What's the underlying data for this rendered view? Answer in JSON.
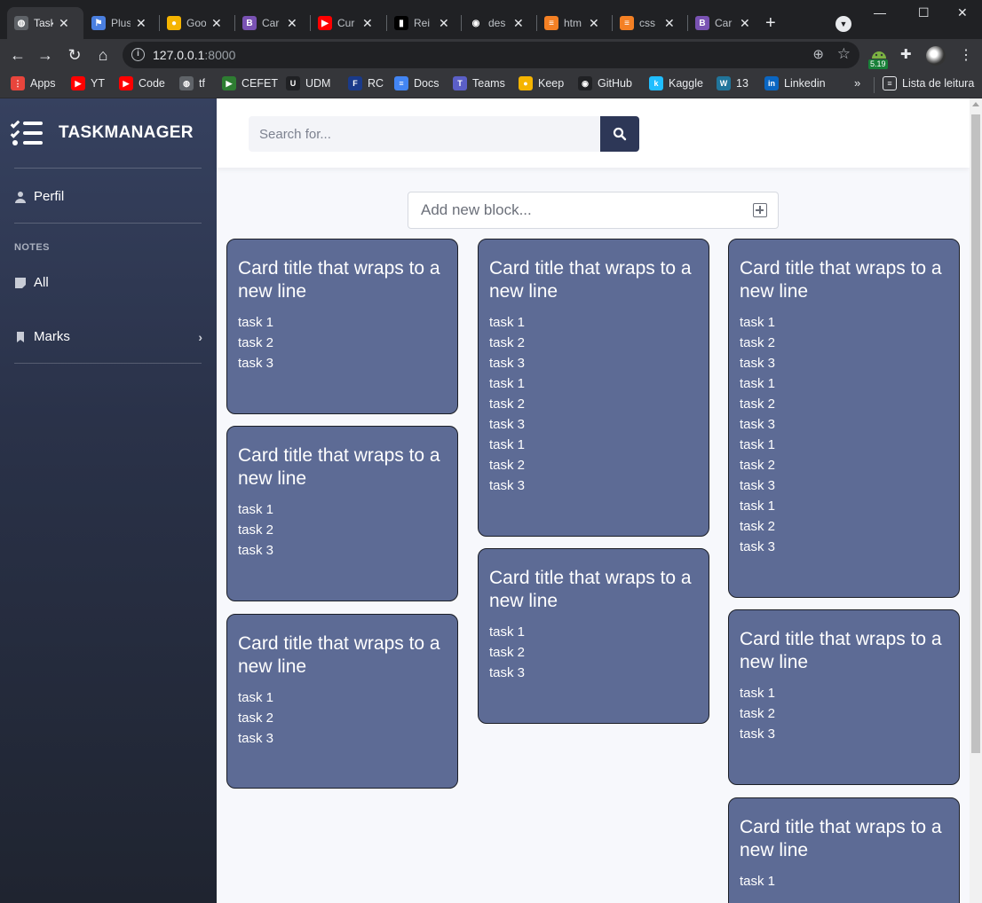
{
  "browser": {
    "tabs": [
      {
        "label": "Task",
        "favicon": "globe-icon",
        "color": "#5f6368",
        "glyph": "◍",
        "active": true
      },
      {
        "label": "Plus",
        "favicon": "flag-icon",
        "color": "#4a7fe0",
        "glyph": "⚑"
      },
      {
        "label": "Goo",
        "favicon": "keep-icon",
        "color": "#f5b400",
        "glyph": "●"
      },
      {
        "label": "Car",
        "favicon": "bootstrap-icon",
        "color": "#7952b3",
        "glyph": "B"
      },
      {
        "label": "Cur",
        "favicon": "youtube-icon",
        "color": "#ff0000",
        "glyph": "▶"
      },
      {
        "label": "Rei",
        "favicon": "stack-icon",
        "color": "#000000",
        "glyph": "▮"
      },
      {
        "label": "des",
        "favicon": "github-icon",
        "color": "#202124",
        "glyph": "◉"
      },
      {
        "label": "htm",
        "favicon": "stackoverflow-icon",
        "color": "#f48024",
        "glyph": "≡"
      },
      {
        "label": "css",
        "favicon": "stackoverflow-icon",
        "color": "#f48024",
        "glyph": "≡"
      },
      {
        "label": "Car",
        "favicon": "bootstrap-icon",
        "color": "#7952b3",
        "glyph": "B"
      }
    ],
    "url_host": "127.0.0.1",
    "url_port": ":8000",
    "extension_badge": "5.19",
    "bookmarks": [
      {
        "label": "Apps",
        "icon": "apps-icon",
        "color": "#e8453c",
        "glyph": "⋮"
      },
      {
        "label": "YT",
        "icon": "youtube-icon",
        "color": "#ff0000",
        "glyph": "▶"
      },
      {
        "label": "Code",
        "icon": "youtube-icon",
        "color": "#ff0000",
        "glyph": "▶"
      },
      {
        "label": "tf",
        "icon": "globe-icon",
        "color": "#5f6368",
        "glyph": "◍"
      },
      {
        "label": "CEFET",
        "icon": "cefet-icon",
        "color": "#2e7d32",
        "glyph": "▶"
      },
      {
        "label": "UDM",
        "icon": "udm-icon",
        "color": "#202124",
        "glyph": "U"
      },
      {
        "label": "RC",
        "icon": "rc-icon",
        "color": "#1a3a8a",
        "glyph": "F"
      },
      {
        "label": "Docs",
        "icon": "docs-icon",
        "color": "#4285f4",
        "glyph": "≡"
      },
      {
        "label": "Teams",
        "icon": "teams-icon",
        "color": "#5b5fc7",
        "glyph": "T"
      },
      {
        "label": "Keep",
        "icon": "keep-icon",
        "color": "#f5b400",
        "glyph": "●"
      },
      {
        "label": "GitHub",
        "icon": "github-icon",
        "color": "#202124",
        "glyph": "◉"
      },
      {
        "label": "Kaggle",
        "icon": "kaggle-icon",
        "color": "#20beff",
        "glyph": "k"
      },
      {
        "label": "13",
        "icon": "wordpress-icon",
        "color": "#21759b",
        "glyph": "W"
      },
      {
        "label": "Linkedin",
        "icon": "linkedin-icon",
        "color": "#0a66c2",
        "glyph": "in"
      }
    ],
    "bookmarks_more": "»",
    "reading_list": "Lista de leitura"
  },
  "app": {
    "brand": "TASKMANAGER",
    "sidebar": {
      "profile_label": "Perfil",
      "notes_heading": "NOTES",
      "all_label": "All",
      "marks_label": "Marks"
    },
    "search_placeholder": "Search for...",
    "add_block_placeholder": "Add new block...",
    "cards": [
      {
        "title": "Card title that wraps to a new line",
        "tasks": [
          "task 1",
          "task 2",
          "task 3"
        ]
      },
      {
        "title": "Card title that wraps to a new line",
        "tasks": [
          "task 1",
          "task 2",
          "task 3"
        ]
      },
      {
        "title": "Card title that wraps to a new line",
        "tasks": [
          "task 1",
          "task 2",
          "task 3"
        ]
      },
      {
        "title": "Card title that wraps to a new line",
        "tasks": [
          "task 1",
          "task 2",
          "task 3",
          "task 1",
          "task 2",
          "task 3",
          "task 1",
          "task 2",
          "task 3"
        ]
      },
      {
        "title": "Card title that wraps to a new line",
        "tasks": [
          "task 1",
          "task 2",
          "task 3"
        ]
      },
      {
        "title": "Card title that wraps to a new line",
        "tasks": [
          "task 1",
          "task 2",
          "task 3",
          "task 1",
          "task 2",
          "task 3",
          "task 1",
          "task 2",
          "task 3",
          "task 1",
          "task 2",
          "task 3"
        ]
      },
      {
        "title": "Card title that wraps to a new line",
        "tasks": [
          "task 1",
          "task 2",
          "task 3"
        ]
      },
      {
        "title": "Card title that wraps to a new line",
        "tasks": [
          "task 1"
        ]
      }
    ],
    "colors": {
      "card": "#5d6b95",
      "sidebar": "#2a3249",
      "search_button": "#2d3757"
    }
  }
}
